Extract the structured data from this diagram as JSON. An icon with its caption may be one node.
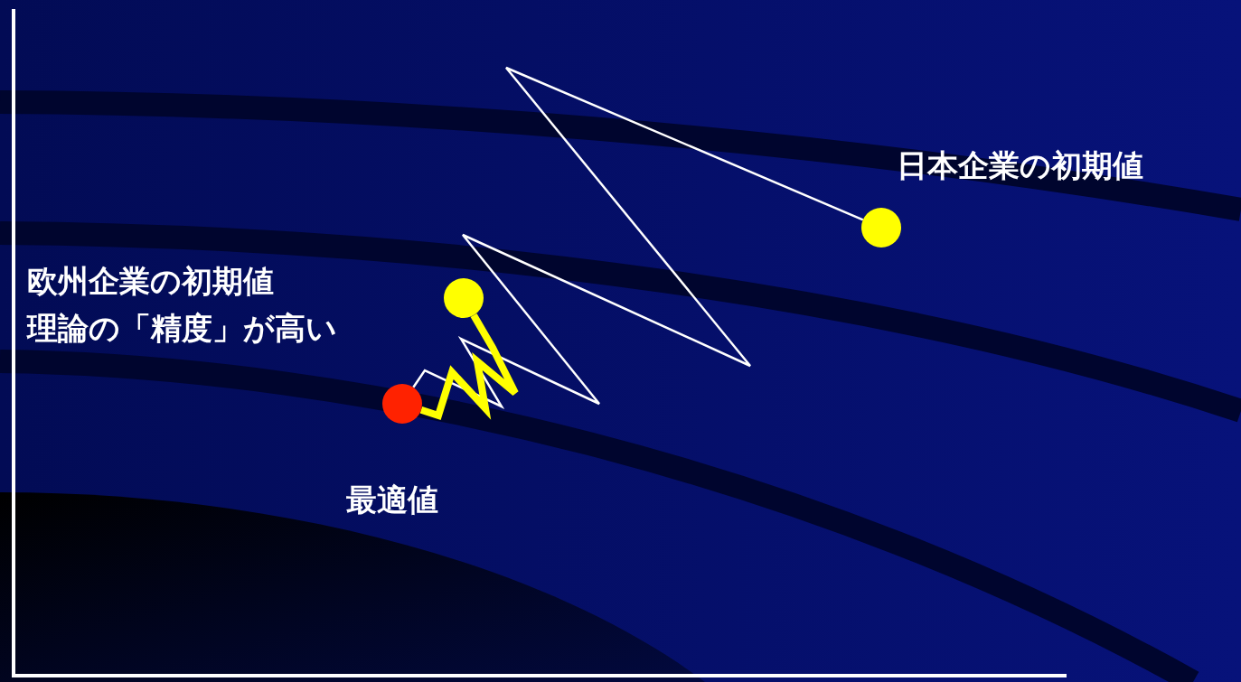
{
  "diagram": {
    "nodes": [
      {
        "text": [],
        "shape": "circle",
        "beside": [
          "日本企業の初期値"
        ]
      },
      {
        "text": [],
        "shape": "circle",
        "beside": [
          "欧州企業の初期値",
          "理論の「精度」が高い"
        ]
      },
      {
        "text": [],
        "shape": "circle",
        "beside": [
          "最適値"
        ]
      }
    ],
    "edges": [
      {
        "from": 0,
        "to": 2,
        "arrow": "none",
        "color": "#ffffff"
      },
      {
        "from": 1,
        "to": 2,
        "arrow": "none",
        "style": "thick",
        "color": "#ffff00"
      }
    ]
  }
}
